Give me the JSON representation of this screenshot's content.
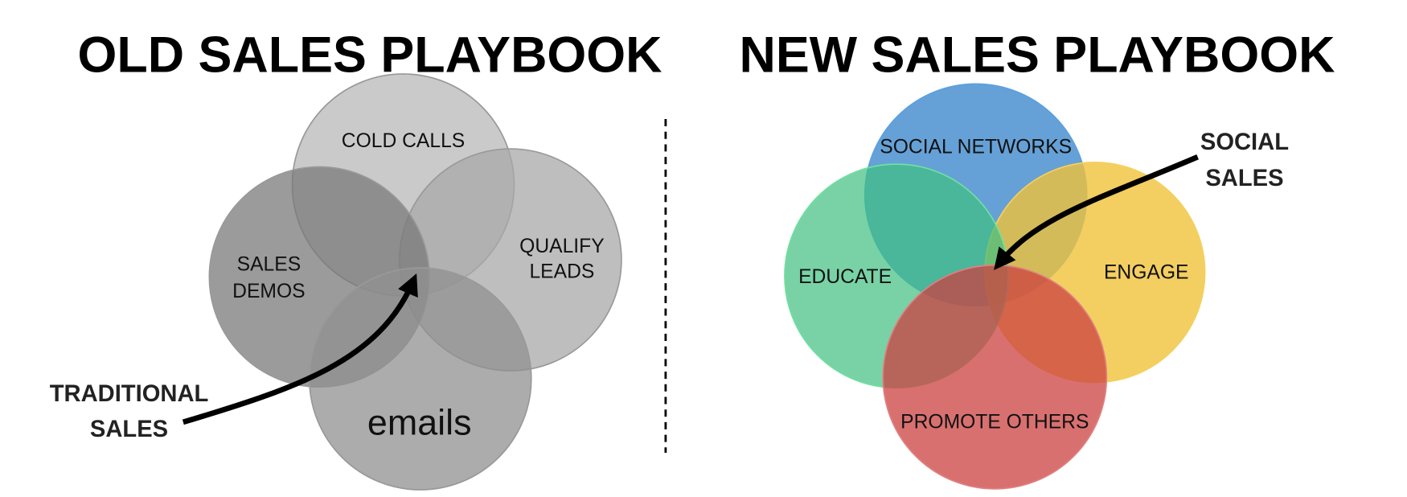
{
  "old": {
    "title": "OLD SALES PLAYBOOK",
    "circles": {
      "cold_calls": "COLD CALLS",
      "qualify_1": "QUALIFY",
      "qualify_2": "LEADS",
      "sales_1": "SALES",
      "sales_2": "DEMOS",
      "emails": "emails"
    },
    "callout_1": "TRADITIONAL",
    "callout_2": "SALES"
  },
  "new": {
    "title": "NEW SALES PLAYBOOK",
    "circles": {
      "social_networks": "SOCIAL NETWORKS",
      "engage": "ENGAGE",
      "educate": "EDUCATE",
      "promote": "PROMOTE OTHERS"
    },
    "callout_1": "SOCIAL",
    "callout_2": "SALES"
  },
  "colors": {
    "blue": "#4a90d0",
    "yellow": "#f0c23a",
    "green": "#4cc48a",
    "red": "#d05050",
    "gray": "#888888"
  }
}
